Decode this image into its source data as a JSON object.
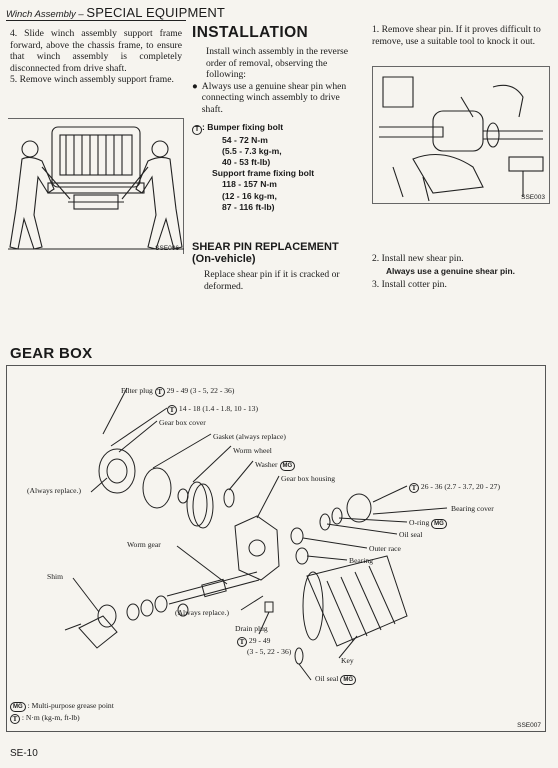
{
  "header": {
    "section": "Winch Assembly",
    "dash": " – ",
    "title": "SPECIAL EQUIPMENT"
  },
  "left": {
    "step4": "4.  Slide winch assembly support frame forward, above the chassis frame, to ensure that winch assembly is completely disconnected from drive shaft.",
    "step5": "5.  Remove winch assembly support frame.",
    "fig_id": "SSE006"
  },
  "installation": {
    "heading": "INSTALLATION",
    "intro": "Install winch assembly in the reverse order of removal, observing the following:",
    "bullet_mark": "●",
    "bullet": "Always use a genuine shear pin when connecting winch assembly to drive shaft.",
    "torque_symbol": "T",
    "bumper_label": ": Bumper fixing bolt",
    "bumper_nm": "54 - 72 N-m",
    "bumper_kgm": "(5.5 - 7.3 kg-m,",
    "bumper_ftlb": "40 - 53 ft-lb)",
    "support_label": "Support frame fixing bolt",
    "support_nm": "118 - 157 N-m",
    "support_kgm": "(12 - 16 kg-m,",
    "support_ftlb": "87 - 116 ft-lb)"
  },
  "right": {
    "step1": "1.  Remove shear pin. If it proves difficult to remove, use a suitable tool to knock it out.",
    "fig_id": "SSE003",
    "step2": "2.  Install new shear pin.",
    "step2_note": "Always use a genuine shear pin.",
    "step3": "3.  Install cotter pin."
  },
  "shear": {
    "heading_line1": "SHEAR PIN REPLACEMENT",
    "heading_line2": "(On-vehicle)",
    "text": "Replace shear pin if it is cracked or deformed."
  },
  "gearbox": {
    "title": "GEAR BOX",
    "labels": {
      "filter_plug": "Filter plug",
      "filter_plug_torque": "29 - 49 (3 - 5, 22 - 36)",
      "t14": "14 - 18 (1.4 - 1.8, 10 - 13)",
      "gear_box_cover": "Gear box cover",
      "gasket": "Gasket (always replace)",
      "worm_wheel": "Worm wheel",
      "washer": "Washer",
      "gear_box_housing": "Gear box housing",
      "always_replace": "(Always replace.)",
      "t26": "26 - 36 (2.7 - 3.7, 20 - 27)",
      "bearing_cover": "Bearing cover",
      "o_ring": "O-ring",
      "oil_seal": "Oil seal",
      "outer_race": "Outer race",
      "bearing": "Bearing",
      "worm_gear": "Worm gear",
      "shim": "Shim",
      "always_replace2": "(Always replace.)",
      "drain_plug": "Drain plug",
      "drain_t1": "29 - 49",
      "drain_t2": "(3 - 5, 22 - 36)",
      "key": "Key",
      "oil_seal2": "Oil seal"
    },
    "mg_tag": "MG",
    "legend_mg": ": Multi-purpose grease point",
    "legend_t": ": N·m (kg-m, ft-lb)",
    "fig_id": "SSE007"
  },
  "page_number": "SE-10"
}
